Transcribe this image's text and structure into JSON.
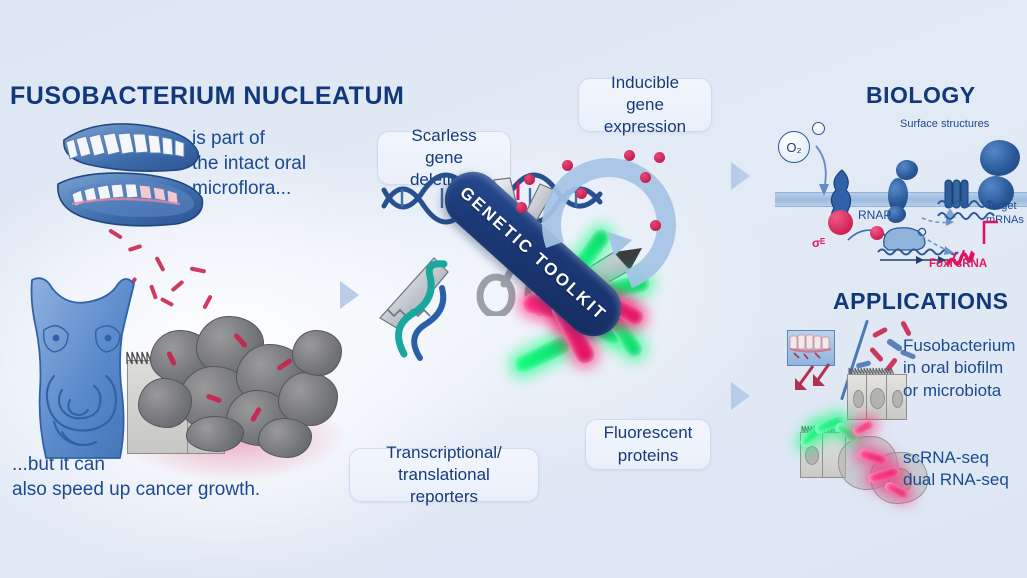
{
  "figure": {
    "type": "scientific-graphical-abstract",
    "background_color": "#dfe8f4",
    "accent_blue": "#12387c",
    "accent_pink": "#e01a5c"
  },
  "left_panel": {
    "title": "FUSOBACTERIUM NUCLEATUM",
    "caption_top": "is part of\nthe intact oral\nmicroflora...",
    "caption_bottom": "...but it can\nalso speed up cancer growth.",
    "illustrations": [
      {
        "name": "open-jaw-with-teeth",
        "label": ""
      },
      {
        "name": "human-torso-with-intestines",
        "label": ""
      },
      {
        "name": "tumor-cell-mass",
        "label": ""
      },
      {
        "name": "fusobacterium-rods",
        "label": ""
      }
    ]
  },
  "center_panel": {
    "toolkit_label": "GENETIC TOOLKIT",
    "callouts": [
      {
        "id": "scarless",
        "text": "Scarless\ngene deletions"
      },
      {
        "id": "inducible",
        "text": "Inducible\ngene expression"
      },
      {
        "id": "reporters",
        "text": "Transcriptional/\ntranslational reporters"
      },
      {
        "id": "fluorescent",
        "text": "Fluorescent\nproteins"
      }
    ],
    "illustrations": [
      {
        "name": "dna-double-helix",
        "label": ""
      },
      {
        "name": "scissors-cutting-dna",
        "label": ""
      },
      {
        "name": "swiss-army-multitool",
        "label": ""
      },
      {
        "name": "rotating-induction-arrow",
        "label": ""
      },
      {
        "name": "glowing-fluorescent-bacteria",
        "label": ""
      }
    ]
  },
  "right_panel": {
    "biology": {
      "title": "BIOLOGY",
      "labels": [
        {
          "id": "surface",
          "text": "Surface structures"
        },
        {
          "id": "o2",
          "text": "O₂"
        },
        {
          "id": "sigma",
          "text": "σᴱ"
        },
        {
          "id": "rnap",
          "text": "RNAP"
        },
        {
          "id": "target",
          "text": "Target\nmRNAs"
        },
        {
          "id": "foxi",
          "text": "FoxI sRNA"
        }
      ]
    },
    "applications": {
      "title": "APPLICATIONS",
      "items": [
        {
          "id": "biofilm",
          "text": "Fusobacterium\nin oral biofilm\nor microbiota"
        },
        {
          "id": "rnaseq",
          "text": "scRNA-seq\ndual RNA-seq"
        }
      ]
    }
  },
  "flow_arrows": [
    {
      "id": "left-to-center"
    },
    {
      "id": "center-to-biology"
    },
    {
      "id": "center-to-applications"
    }
  ]
}
